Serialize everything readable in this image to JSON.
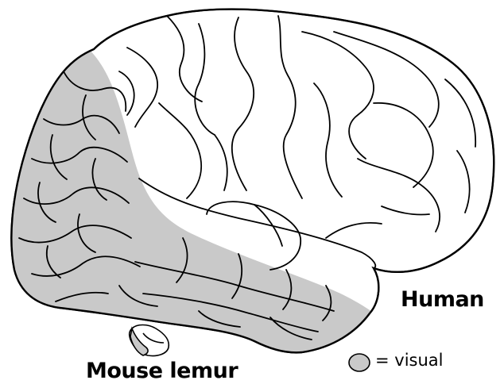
{
  "labels": {
    "human": "Human",
    "mouse_lemur": "Mouse lemur"
  },
  "legend": {
    "text": "= visual",
    "swatch_color": "#c9c9c9"
  },
  "colors": {
    "visual_area": "#c9c9c9",
    "outline": "#000000",
    "background": "#ffffff"
  }
}
